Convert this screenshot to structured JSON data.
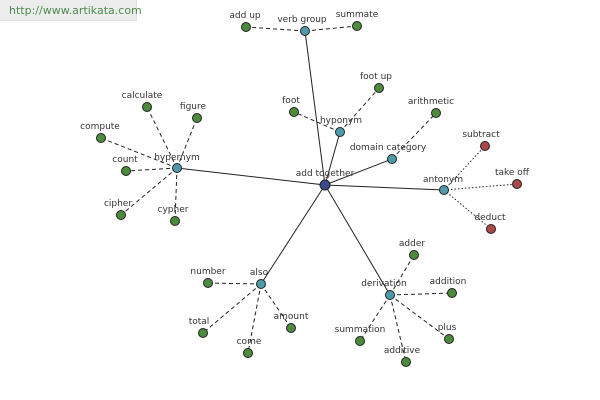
{
  "source_url": "http://www.artikata.com",
  "colors": {
    "center": "#3a4a8a",
    "relation": "#4e9aa8",
    "term": "#4c8a3c",
    "antonym_term": "#a84848",
    "edge": "#222222"
  },
  "graph": {
    "center": {
      "id": "add-together",
      "label": "add together"
    },
    "relations": [
      {
        "id": "verb-group",
        "label": "verb group"
      },
      {
        "id": "hyponym",
        "label": "hyponym"
      },
      {
        "id": "domain-category",
        "label": "domain category"
      },
      {
        "id": "hypernym",
        "label": "hypernym"
      },
      {
        "id": "antonym",
        "label": "antonym"
      },
      {
        "id": "also",
        "label": "also"
      },
      {
        "id": "derivation",
        "label": "derivation"
      }
    ],
    "terms": [
      {
        "id": "add-up",
        "label": "add up",
        "relation": "verb-group",
        "kind": "term"
      },
      {
        "id": "summate",
        "label": "summate",
        "relation": "verb-group",
        "kind": "term"
      },
      {
        "id": "foot",
        "label": "foot",
        "relation": "hyponym",
        "kind": "term"
      },
      {
        "id": "foot-up",
        "label": "foot up",
        "relation": "hyponym",
        "kind": "term"
      },
      {
        "id": "arithmetic",
        "label": "arithmetic",
        "relation": "domain-category",
        "kind": "term"
      },
      {
        "id": "calculate",
        "label": "calculate",
        "relation": "hypernym",
        "kind": "term"
      },
      {
        "id": "figure",
        "label": "figure",
        "relation": "hypernym",
        "kind": "term"
      },
      {
        "id": "compute",
        "label": "compute",
        "relation": "hypernym",
        "kind": "term"
      },
      {
        "id": "count",
        "label": "count",
        "relation": "hypernym",
        "kind": "term"
      },
      {
        "id": "cipher",
        "label": "cipher",
        "relation": "hypernym",
        "kind": "term"
      },
      {
        "id": "cypher",
        "label": "cypher",
        "relation": "hypernym",
        "kind": "term"
      },
      {
        "id": "subtract",
        "label": "subtract",
        "relation": "antonym",
        "kind": "antonym_term"
      },
      {
        "id": "take-off",
        "label": "take off",
        "relation": "antonym",
        "kind": "antonym_term"
      },
      {
        "id": "deduct",
        "label": "deduct",
        "relation": "antonym",
        "kind": "antonym_term"
      },
      {
        "id": "number",
        "label": "number",
        "relation": "also",
        "kind": "term"
      },
      {
        "id": "total",
        "label": "total",
        "relation": "also",
        "kind": "term"
      },
      {
        "id": "come",
        "label": "come",
        "relation": "also",
        "kind": "term"
      },
      {
        "id": "amount",
        "label": "amount",
        "relation": "also",
        "kind": "term"
      },
      {
        "id": "adder",
        "label": "adder",
        "relation": "derivation",
        "kind": "term"
      },
      {
        "id": "addition",
        "label": "addition",
        "relation": "derivation",
        "kind": "term"
      },
      {
        "id": "summation",
        "label": "summation",
        "relation": "derivation",
        "kind": "term"
      },
      {
        "id": "additive",
        "label": "additive",
        "relation": "derivation",
        "kind": "term"
      },
      {
        "id": "plus",
        "label": "plus",
        "relation": "derivation",
        "kind": "term"
      }
    ]
  }
}
